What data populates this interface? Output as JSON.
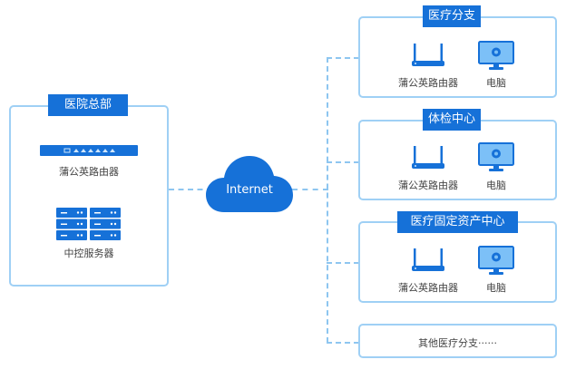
{
  "headquarters": {
    "title": "医院总部",
    "devices": [
      {
        "icon": "switch-icon",
        "label": "蒲公英路由器"
      },
      {
        "icon": "server-icon",
        "label": "中控服务器"
      }
    ]
  },
  "internet": {
    "label": "Internet",
    "icon": "cloud-icon"
  },
  "branches": [
    {
      "title": "医疗分支",
      "devices": [
        {
          "icon": "router-icon",
          "label": "蒲公英路由器"
        },
        {
          "icon": "monitor-icon",
          "label": "电脑"
        }
      ]
    },
    {
      "title": "体检中心",
      "devices": [
        {
          "icon": "router-icon",
          "label": "蒲公英路由器"
        },
        {
          "icon": "monitor-icon",
          "label": "电脑"
        }
      ]
    },
    {
      "title": "医疗固定资产中心",
      "devices": [
        {
          "icon": "router-icon",
          "label": "蒲公英路由器"
        },
        {
          "icon": "monitor-icon",
          "label": "电脑"
        }
      ]
    }
  ],
  "other_branches": {
    "label": "其他医疗分支······"
  },
  "colors": {
    "accent": "#1671d8",
    "border": "#9fd0f5",
    "dash": "#8ec6f0",
    "monitor_fill": "#7cc0f7"
  }
}
